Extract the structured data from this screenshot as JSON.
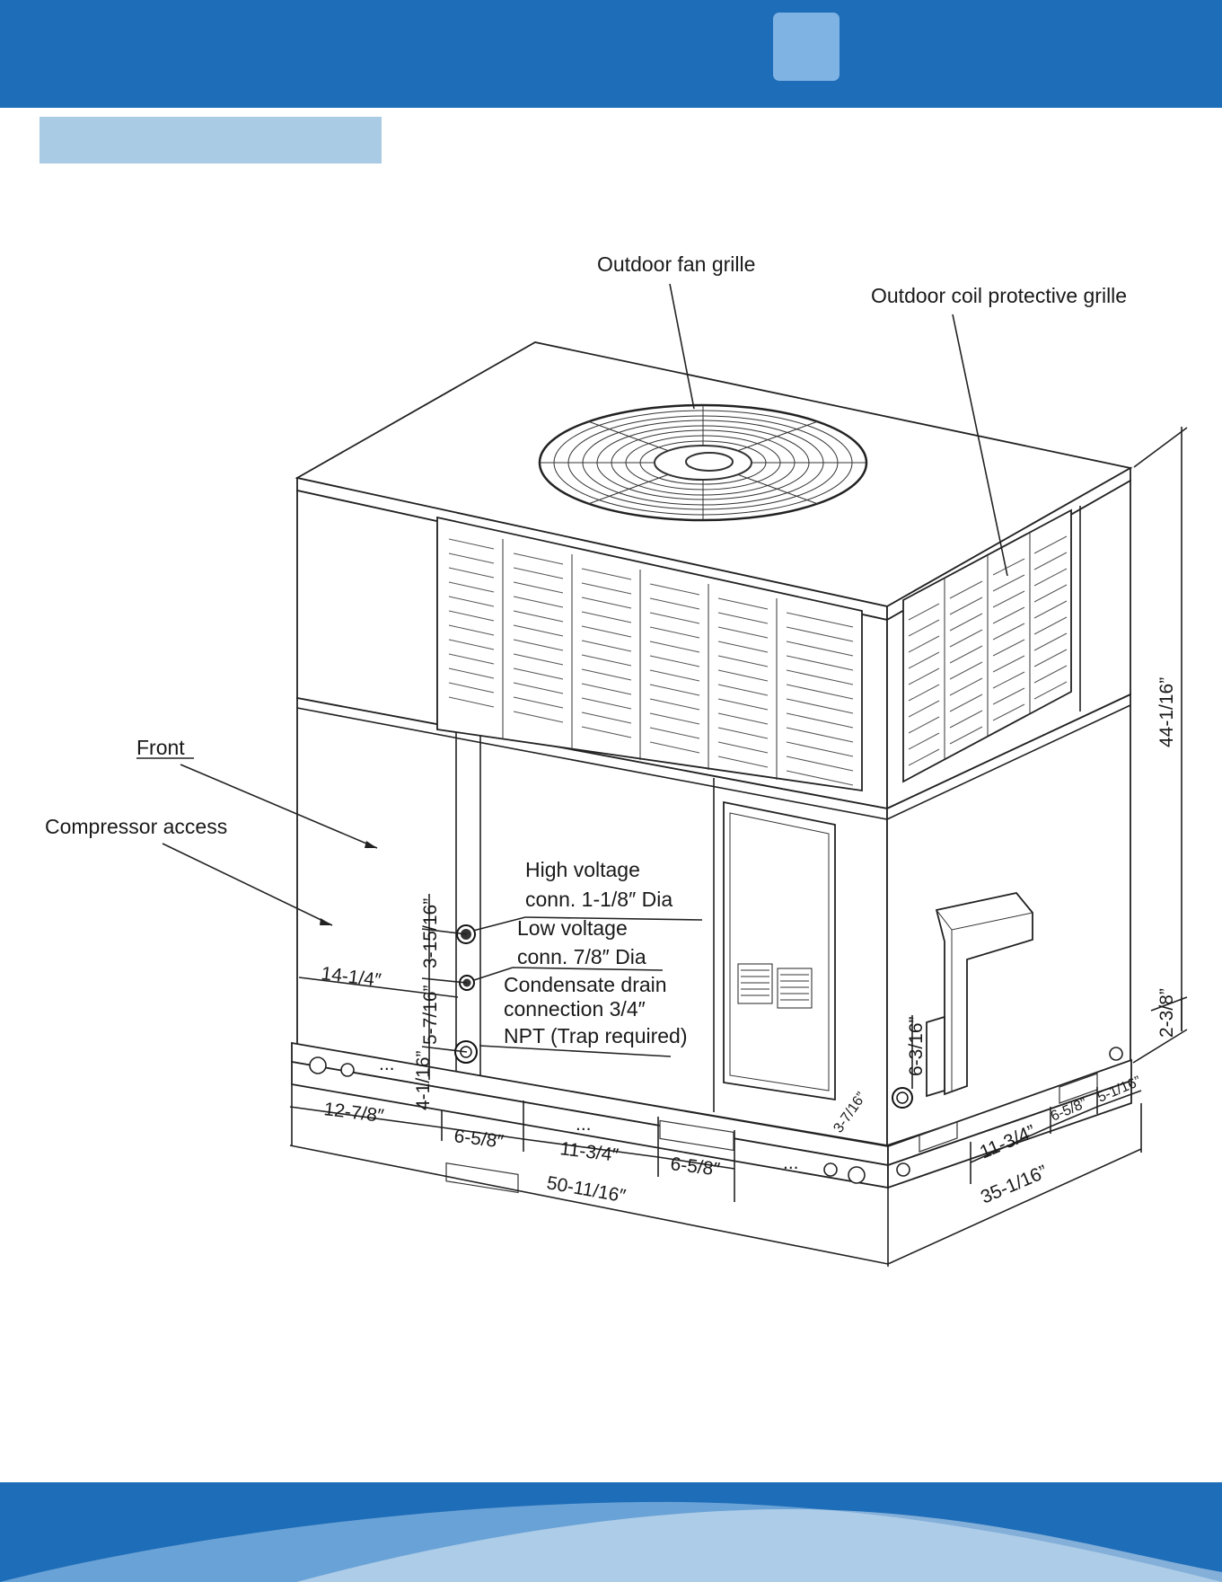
{
  "colors": {
    "header_blue": "#1e6db8",
    "header_accent": "#7fb3e3",
    "section_tab": "#a9cbe3",
    "footer_blue": "#1e6db8",
    "footer_wave": "#a8cdee",
    "line": "#222222"
  },
  "callouts": {
    "fan_grille": "Outdoor fan grille",
    "coil_grille": "Outdoor coil protective grille",
    "front": "Front",
    "compressor": "Compressor access",
    "high_voltage_1": "High voltage",
    "high_voltage_2": "conn. 1-1/8″ Dia",
    "low_voltage_1": "Low voltage",
    "low_voltage_2": "conn. 7/8″ Dia",
    "condensate_1": "Condensate drain",
    "condensate_2": "connection 3/4″",
    "condensate_3": "NPT (Trap required)"
  },
  "dimensions": {
    "height_total": "44-1/16”",
    "base_height": "2-3/8”",
    "left_14": "14-1/4″",
    "v_315": "3-15/16”",
    "v_557": "5-7/16”",
    "v_4116": "4-1/16”",
    "left_127": "12-7/8″",
    "fork_658_a": "6-5/8″",
    "fork_1134_front": "11-3/4″",
    "fork_658_b": "6-5/8″",
    "width_total": "50-11/16″",
    "side_6316": "6-3/16”",
    "side_3716": "3-7/16”",
    "side_1134": "11-3/4”",
    "side_658": "6-5/8”",
    "side_5116": "5-1/16”",
    "depth_total": "35-1/16”",
    "ellipsis": "..."
  }
}
